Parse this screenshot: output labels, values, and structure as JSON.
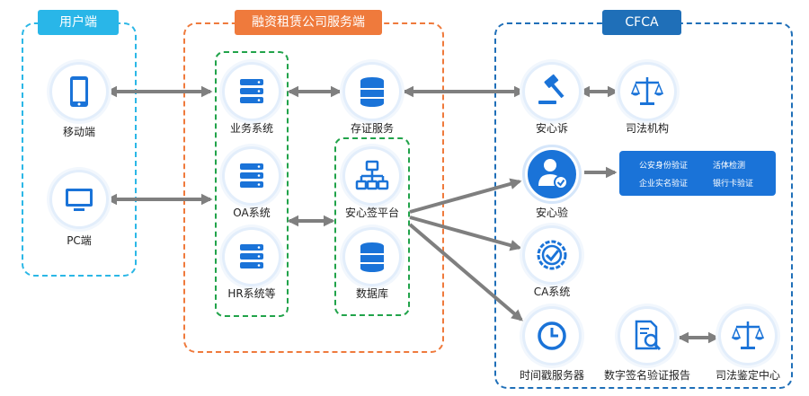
{
  "zones": {
    "user": "用户端",
    "lease": "融资租赁公司服务端",
    "cfca": "CFCA"
  },
  "nodes": {
    "mobile": "移动端",
    "pc": "PC端",
    "business": "业务系统",
    "oa": "OA系统",
    "hr": "HR系统等",
    "storage": "存证服务",
    "sign_platform": "安心签平台",
    "database": "数据库",
    "anxin_su": "安心诉",
    "judicial_org": "司法机构",
    "anxin_yan": "安心验",
    "ca_system": "CA系统",
    "timestamp": "时间戳服务器",
    "sig_report": "数字签名验证报告",
    "judicial_center": "司法鉴定中心"
  },
  "verify_box": {
    "item1": "公安身份验证",
    "item2": "活体检测",
    "item3": "企业实名验证",
    "item4": "银行卡验证"
  },
  "colors": {
    "user_zone": "#2bb7e6",
    "lease_zone": "#ef7a3c",
    "cfca_zone": "#1f6fb8",
    "group_border": "#21a34a",
    "icon_blue": "#1a73d8",
    "arrow": "#7f7f7f"
  }
}
